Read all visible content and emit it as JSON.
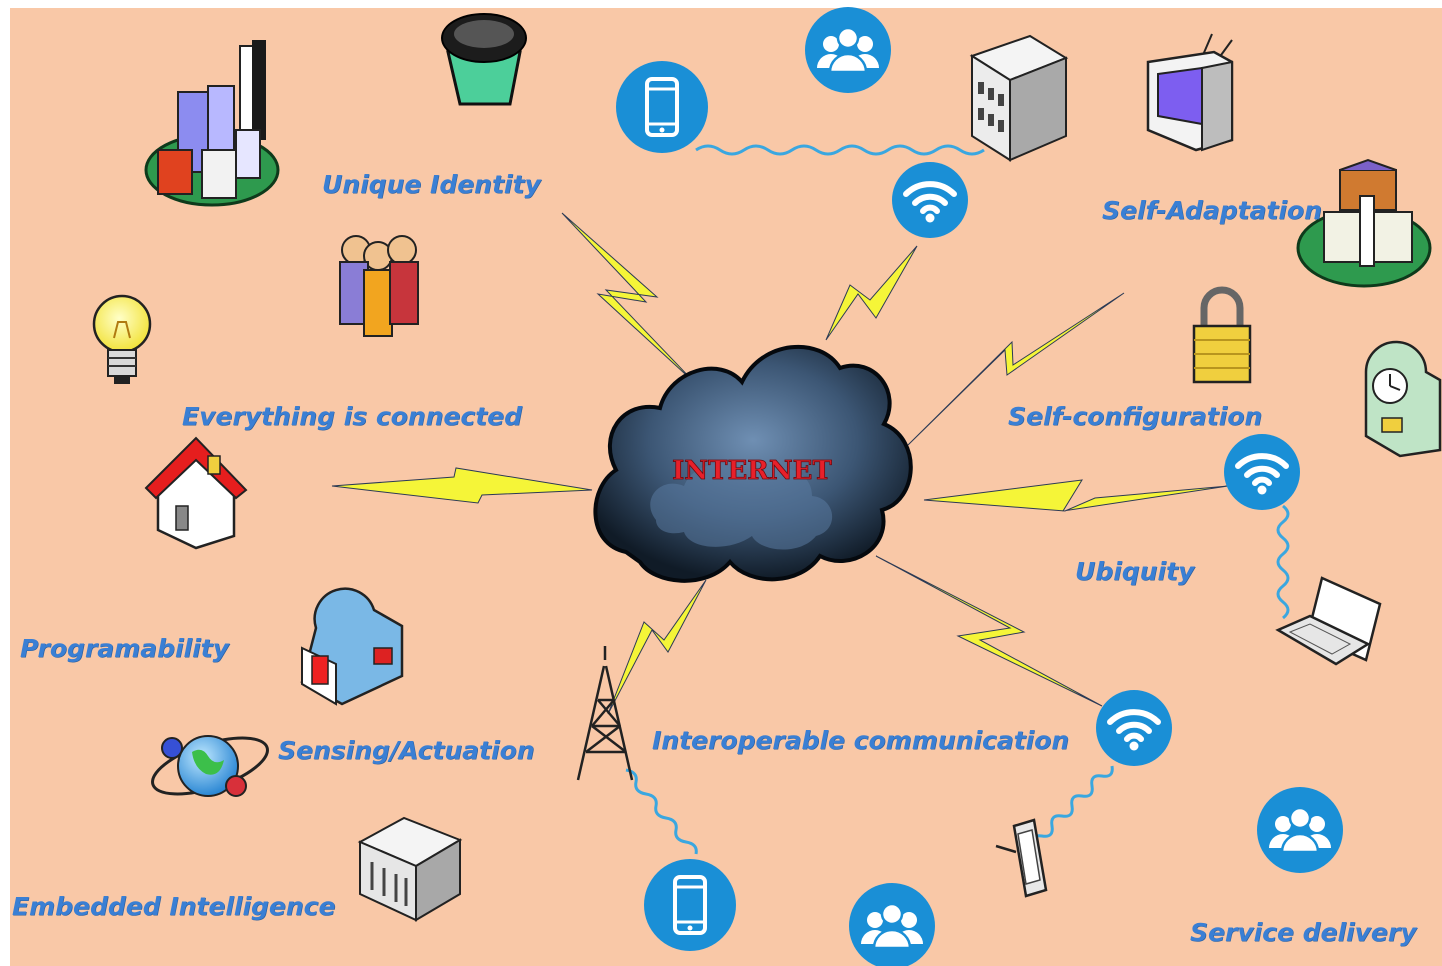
{
  "center": {
    "label": "INTERNET"
  },
  "features": {
    "unique_identity": "Unique Identity",
    "self_adaptation": "Self-Adaptation",
    "everything_connected": "Everything is connected",
    "self_configuration": "Self-configuration",
    "ubiquity": "Ubiquity",
    "programability": "Programability",
    "sensing_actuation": "Sensing/Actuation",
    "interoperable_communication": "Interoperable communication",
    "embedded_intelligence": "Embedded Intelligence",
    "service_delivery": "Service delivery"
  },
  "colors": {
    "background": "#f9c8a7",
    "label": "#3a7fd4",
    "bolt": "#f5f538",
    "cloud_dark": "#1b2b3c",
    "cloud_light": "#4b6b8e",
    "center_text": "#e8202a",
    "icon_blue": "#1a8fd6",
    "spring": "#3aa7e0"
  },
  "icons": [
    "city-buildings-icon",
    "trash-bin-icon",
    "smartphone-icon",
    "users-group-icon",
    "office-building-icon",
    "television-icon",
    "wifi-icon",
    "church-building-icon",
    "people-group-icon",
    "light-bulb-icon",
    "padlock-icon",
    "clock-icon",
    "house-icon",
    "laptop-icon",
    "mailbox-icon",
    "globe-orbit-icon",
    "radio-tower-icon",
    "bank-building-icon",
    "handheld-device-icon"
  ]
}
